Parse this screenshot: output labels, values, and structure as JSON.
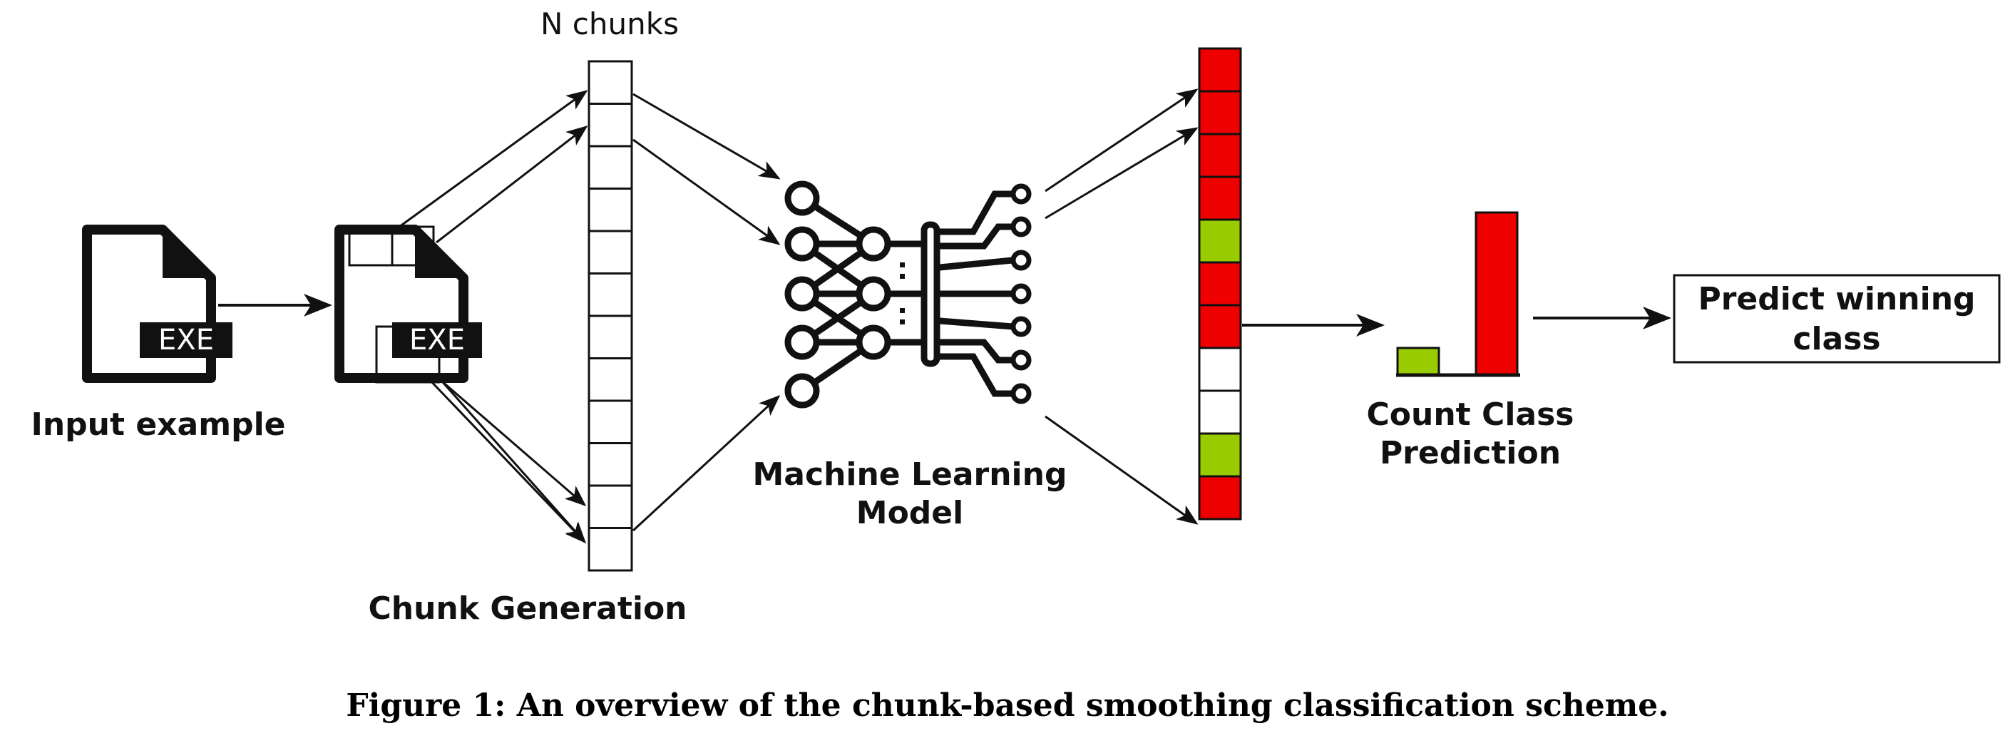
{
  "labels": {
    "chunks_header": "N chunks",
    "input_example": "Input example",
    "chunk_generation": "Chunk Generation",
    "ml_model_line1": "Machine Learning",
    "ml_model_line2": "Model",
    "count_line1": "Count Class",
    "count_line2": "Prediction",
    "predict_line1": "Predict winning",
    "predict_line2": "class",
    "exe_tag_1": "EXE",
    "exe_tag_2": "EXE"
  },
  "caption": "Figure 1: An overview of the chunk-based smoothing classification scheme.",
  "colors": {
    "malicious": "#ee0000",
    "benign": "#99cc00",
    "stroke": "#111111",
    "empty": "#ffffff"
  },
  "chunk_strip": {
    "cells": 12
  },
  "prediction_strip": {
    "cells": [
      "red",
      "red",
      "red",
      "red",
      "green",
      "red",
      "red",
      "empty",
      "empty",
      "green",
      "red"
    ]
  },
  "count_bars": [
    {
      "class": "green",
      "value": 1
    },
    {
      "class": "red",
      "value": 6
    }
  ],
  "icons": [
    "exe-file-icon",
    "exe-file-chunked-icon",
    "neural-network-icon"
  ]
}
